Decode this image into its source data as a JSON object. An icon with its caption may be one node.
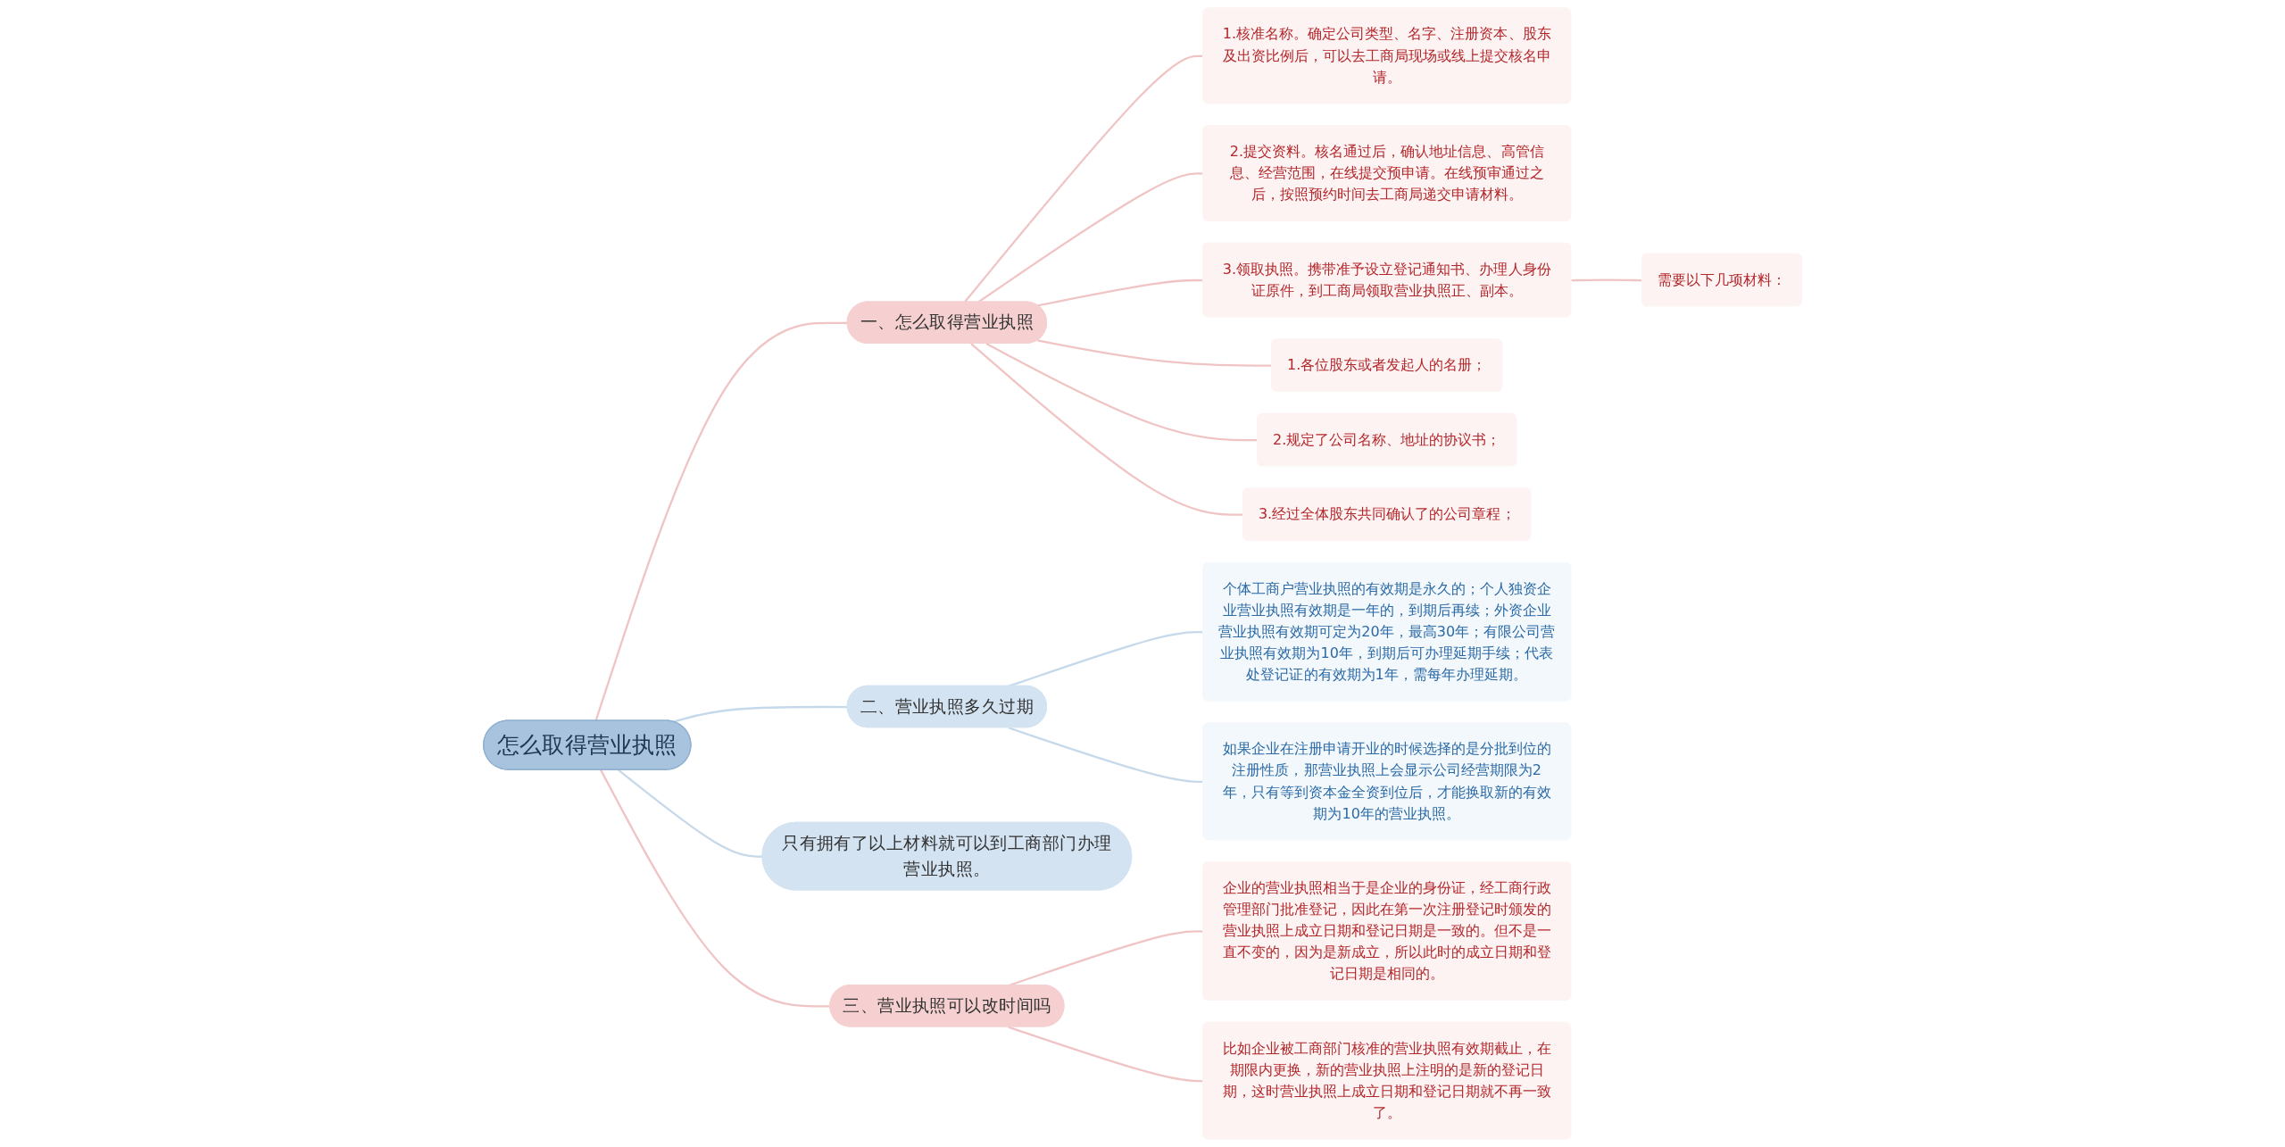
{
  "diagram": {
    "nodes": [
      {
        "text": [
          "怎么取得营业执照"
        ]
      },
      {
        "text": [
          "一、怎么取得营业执照"
        ]
      },
      {
        "text": [
          "1.核准名称。确定公司类型、名字、注册资本、股东及出资比例后，可以去工商局现场或线上提交核名申请。"
        ]
      },
      {
        "text": [
          "2.提交资料。核名通过后，确认地址信息、高管信息、经营范围，在线提交预申请。在线预审通过之后，按照预约时间去工商局递交申请材料。"
        ]
      },
      {
        "text": [
          "3.领取执照。携带准予设立登记通知书、办理人身份证原件，到工商局领取营业执照正、副本。"
        ]
      },
      {
        "text": [
          "需要以下几项材料："
        ]
      },
      {
        "text": [
          "1.各位股东或者发起人的名册；"
        ]
      },
      {
        "text": [
          "2.规定了公司名称、地址的协议书；"
        ]
      },
      {
        "text": [
          "3.经过全体股东共同确认了的公司章程；"
        ]
      },
      {
        "text": [
          "二、营业执照多久过期"
        ]
      },
      {
        "text": [
          "个体工商户营业执照的有效期是永久的；个人独资企业营业执照有效期是一年的，到期后再续；外资企业营业执照有效期可定为20年，最高30年；有限公司营业执照有效期为10年，到期后可办理延期手续；代表处登记证的有效期为1年，需每年办理延期。"
        ]
      },
      {
        "text": [
          "如果企业在注册申请开业的时候选择的是分批到位的注册性质，那营业执照上会显示公司经营期限为2年，只有等到资本金全资到位后，才能换取新的有效期为10年的营业执照。"
        ]
      },
      {
        "text": [
          "只有拥有了以上材料就可以到工商部门办理营业执照。"
        ]
      },
      {
        "text": [
          "三、营业执照可以改时间吗"
        ]
      },
      {
        "text": [
          "企业的营业执照相当于是企业的身份证，经工商行政管理部门批准登记，因此在第一次注册登记时颁发的营业执照上成立日期和登记日期是一致的。但不是一直不变的，因为是新成立，所以此时的成立日期和登记日期是相同的。"
        ]
      },
      {
        "text": [
          "比如企业被工商部门核准的营业执照有效期截止，在期限内更换，新的营业执照上注明的是新的登记日期，这时营业执照上成立日期和登记日期就不再一致了。"
        ]
      }
    ],
    "edges": [
      {
        "from": 0,
        "to": 1,
        "arrow": "none"
      },
      {
        "from": 1,
        "to": 2,
        "arrow": "none"
      },
      {
        "from": 1,
        "to": 3,
        "arrow": "none"
      },
      {
        "from": 1,
        "to": 4,
        "arrow": "none"
      },
      {
        "from": 4,
        "to": 5,
        "arrow": "none"
      },
      {
        "from": 1,
        "to": 6,
        "arrow": "none"
      },
      {
        "from": 1,
        "to": 7,
        "arrow": "none"
      },
      {
        "from": 1,
        "to": 8,
        "arrow": "none"
      },
      {
        "from": 0,
        "to": 9,
        "arrow": "none",
        "color": "#c5d9ea"
      },
      {
        "from": 9,
        "to": 10,
        "arrow": "none",
        "color": "#c5d9ea"
      },
      {
        "from": 9,
        "to": 11,
        "arrow": "none",
        "color": "#c5d9ea"
      },
      {
        "from": 0,
        "to": 12,
        "arrow": "none",
        "color": "#c5d9ea"
      },
      {
        "from": 0,
        "to": 13,
        "arrow": "none"
      },
      {
        "from": 13,
        "to": 14,
        "arrow": "none"
      },
      {
        "from": 13,
        "to": 15,
        "arrow": "none"
      }
    ]
  }
}
